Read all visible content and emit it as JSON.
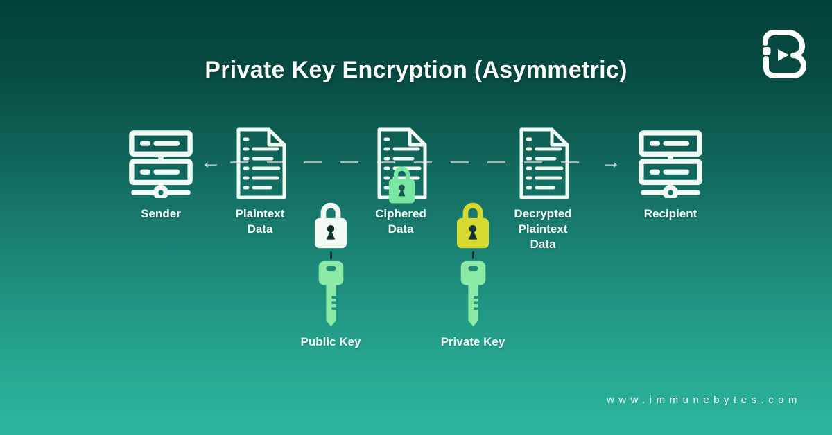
{
  "title": "Private Key Encryption (Asymmetric)",
  "brand": {
    "logo_name": "immunebytes-logo",
    "website": "www.immunebytes.com"
  },
  "flow": {
    "left_arrow": "←",
    "right_arrow": "→",
    "nodes": [
      {
        "label": "Sender",
        "icon": "server-icon"
      },
      {
        "label": "Plaintext Data",
        "icon": "document-icon"
      },
      {
        "label": "Ciphered Data",
        "icon": "document-lock-icon"
      },
      {
        "label": "Decrypted Plaintext Data",
        "icon": "document-icon"
      },
      {
        "label": "Recipient",
        "icon": "server-icon"
      }
    ]
  },
  "keys": [
    {
      "label": "Public Key",
      "lock_color": "#f3faf4"
    },
    {
      "label": "Private Key",
      "lock_color": "#d7da2e"
    }
  ],
  "colors": {
    "background_top": "#03423c",
    "background_bottom": "#2db69e",
    "icon_stroke": "#eefaf2",
    "ciphered_lock_green": "#79e7a2",
    "key_green": "#8beba6",
    "keyhole_dark": "#14332d",
    "dashed_line": "#b6c5c1",
    "text": "#f3f8f5"
  }
}
